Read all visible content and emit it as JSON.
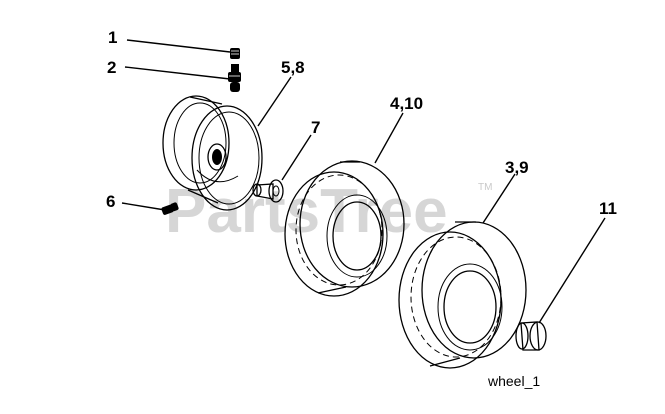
{
  "watermark": {
    "text": "PartsTree",
    "tm": "TM"
  },
  "caption": "wheel_1",
  "callouts": {
    "c1": "1",
    "c2": "2",
    "c58": "5,8",
    "c7": "7",
    "c410": "4,10",
    "c6": "6",
    "c39": "3,9",
    "c11": "11"
  }
}
